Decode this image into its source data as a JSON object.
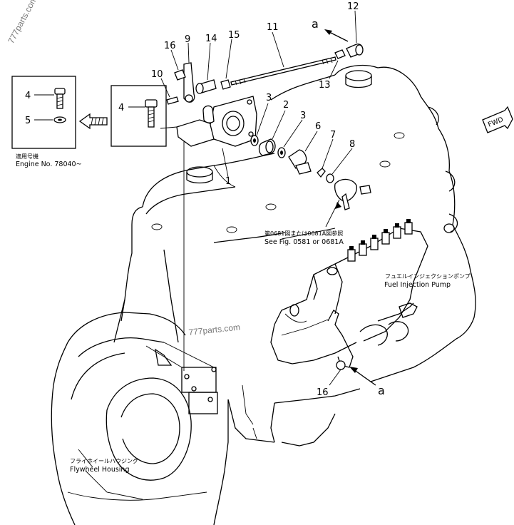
{
  "watermarks": [
    "777parts.com",
    "777parts.com"
  ],
  "callouts": [
    "1",
    "2",
    "3",
    "3",
    "4",
    "4",
    "5",
    "6",
    "7",
    "8",
    "9",
    "10",
    "11",
    "12",
    "13",
    "14",
    "15",
    "16",
    "16"
  ],
  "view_labels": [
    "a",
    "a"
  ],
  "fwd_label": "FWD",
  "inset": {
    "jp": "適用号機",
    "en": "Engine No. 78040~"
  },
  "notes": {
    "see_fig_jp": "第0681図または0681A図参照",
    "see_fig_en": "See Fig. 0581 or 0681A",
    "pump_jp": "フュエルインジェクションポンプ",
    "pump_en": "Fuel Injection Pump",
    "flywheel_jp": "フライホイールハウジング",
    "flywheel_en": "Flywheel Housing"
  }
}
